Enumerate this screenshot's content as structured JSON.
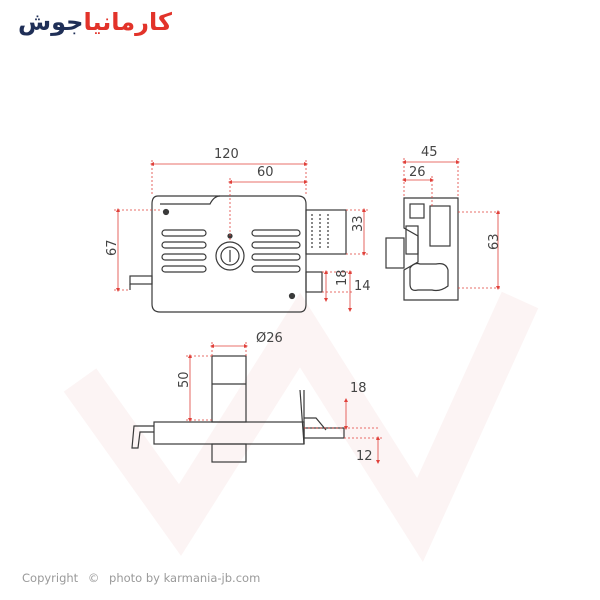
{
  "brand": {
    "name_part1": "کارمانیا",
    "name_part2": "جوش"
  },
  "dimensions": {
    "width_total": "120",
    "width_key": "60",
    "height_body": "67",
    "bolt_height": "33",
    "bolt_offset": "18",
    "bolt_spacing": "14",
    "strike_width": "45",
    "strike_inner": "26",
    "strike_height": "63",
    "cylinder_diameter": "Ø26",
    "cylinder_length": "50",
    "side_18": "18",
    "side_12": "12"
  },
  "footer": {
    "copyright": "Copyright",
    "copyright_symbol": "©",
    "photo_by": "photo by karmania-jb.com"
  },
  "colors": {
    "dimension_line": "#e0403a",
    "outline": "#3a3a3a",
    "logo_dark": "#1f2f57",
    "logo_accent": "#e2332a"
  }
}
